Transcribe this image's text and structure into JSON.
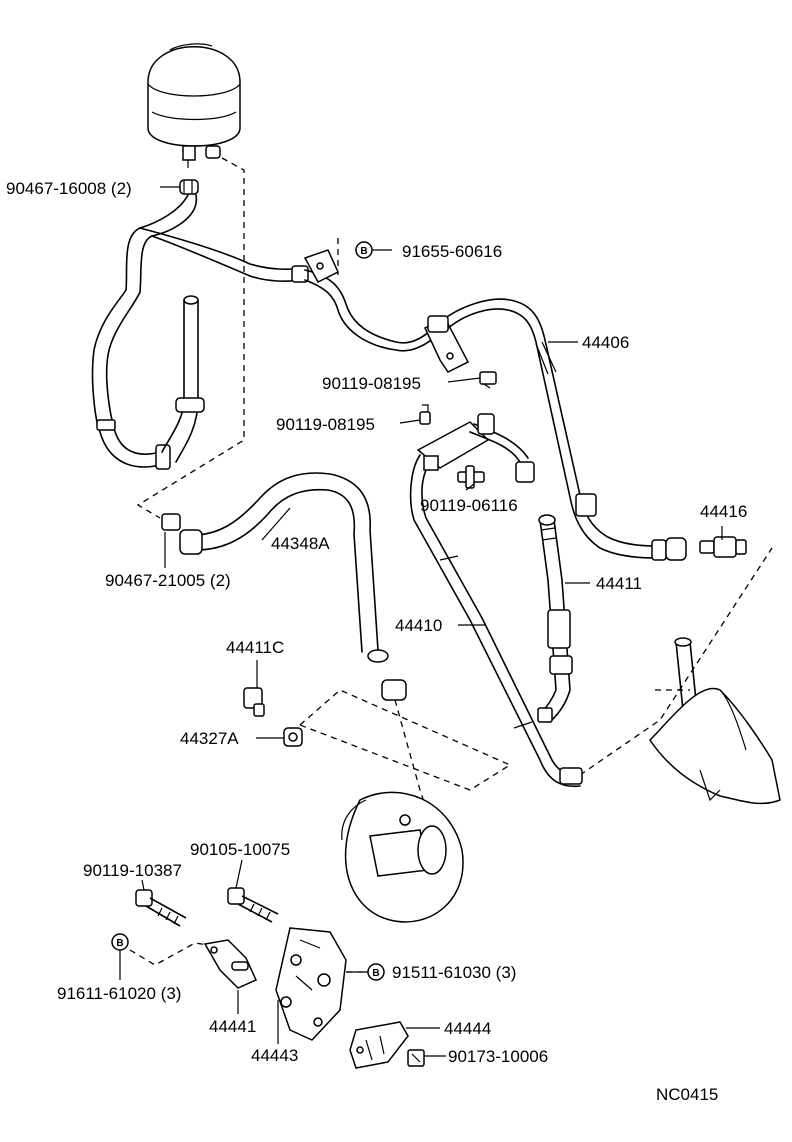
{
  "diagram": {
    "code": "NC0415",
    "labels": [
      {
        "id": "p9046716008",
        "text": "90467-16008 (2)"
      },
      {
        "id": "p9165560616",
        "text": "91655-60616"
      },
      {
        "id": "p44406",
        "text": "44406"
      },
      {
        "id": "p9011908195a",
        "text": "90119-08195"
      },
      {
        "id": "p9011908195b",
        "text": "90119-08195"
      },
      {
        "id": "p9011906116",
        "text": "90119-06116"
      },
      {
        "id": "p44416",
        "text": "44416"
      },
      {
        "id": "p44348a",
        "text": "44348A"
      },
      {
        "id": "p9046721005",
        "text": "90467-21005 (2)"
      },
      {
        "id": "p44411",
        "text": "44411"
      },
      {
        "id": "p44410",
        "text": "44410"
      },
      {
        "id": "p44411c",
        "text": "44411C"
      },
      {
        "id": "p44327a",
        "text": "44327A"
      },
      {
        "id": "p9010510075",
        "text": "90105-10075"
      },
      {
        "id": "p9011910387",
        "text": "90119-10387"
      },
      {
        "id": "p9151161030",
        "text": "91511-61030 (3)"
      },
      {
        "id": "p9161161020",
        "text": "91611-61020 (3)"
      },
      {
        "id": "p44441",
        "text": "44441"
      },
      {
        "id": "p44443",
        "text": "44443"
      },
      {
        "id": "p44444",
        "text": "44444"
      },
      {
        "id": "p9017310006",
        "text": "90173-10006"
      }
    ],
    "bolt_marker": "B"
  }
}
